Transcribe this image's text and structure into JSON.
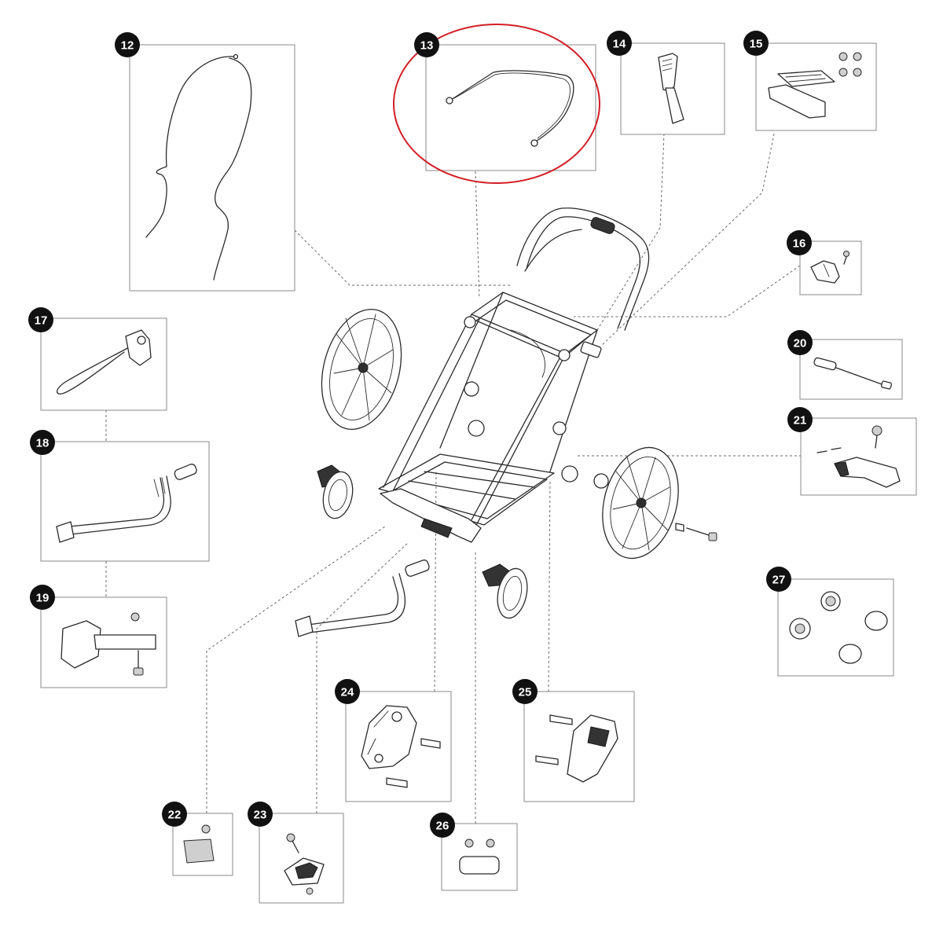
{
  "colors": {
    "highlight": "#d21f26",
    "badge": "#111111",
    "line": "#2a2a2a"
  },
  "callouts": [
    {
      "id": "12",
      "label": "12"
    },
    {
      "id": "13",
      "label": "13"
    },
    {
      "id": "14",
      "label": "14"
    },
    {
      "id": "15",
      "label": "15"
    },
    {
      "id": "16",
      "label": "16"
    },
    {
      "id": "17",
      "label": "17"
    },
    {
      "id": "18",
      "label": "18"
    },
    {
      "id": "19",
      "label": "19"
    },
    {
      "id": "20",
      "label": "20"
    },
    {
      "id": "21",
      "label": "21"
    },
    {
      "id": "22",
      "label": "22"
    },
    {
      "id": "23",
      "label": "23"
    },
    {
      "id": "24",
      "label": "24"
    },
    {
      "id": "25",
      "label": "25"
    },
    {
      "id": "26",
      "label": "26"
    },
    {
      "id": "27",
      "label": "27"
    }
  ],
  "highlighted_callout": "13"
}
